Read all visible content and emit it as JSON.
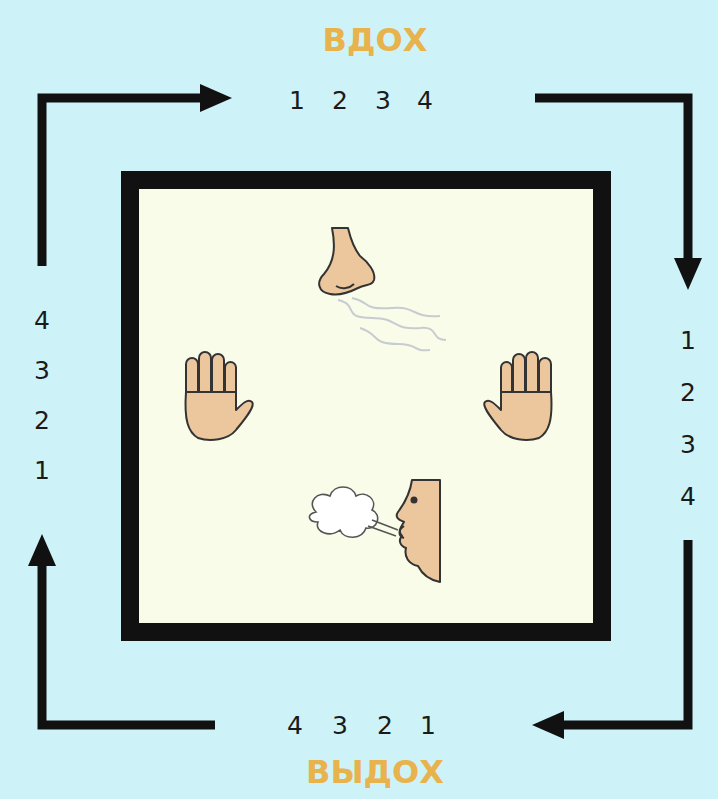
{
  "diagram": {
    "labels": [
      "ВДОХ",
      "1",
      "2",
      "3",
      "4",
      "1",
      "2",
      "3",
      "4",
      "4",
      "3",
      "2",
      "1",
      "ВЫДОХ",
      "4",
      "3",
      "2",
      "1"
    ]
  }
}
